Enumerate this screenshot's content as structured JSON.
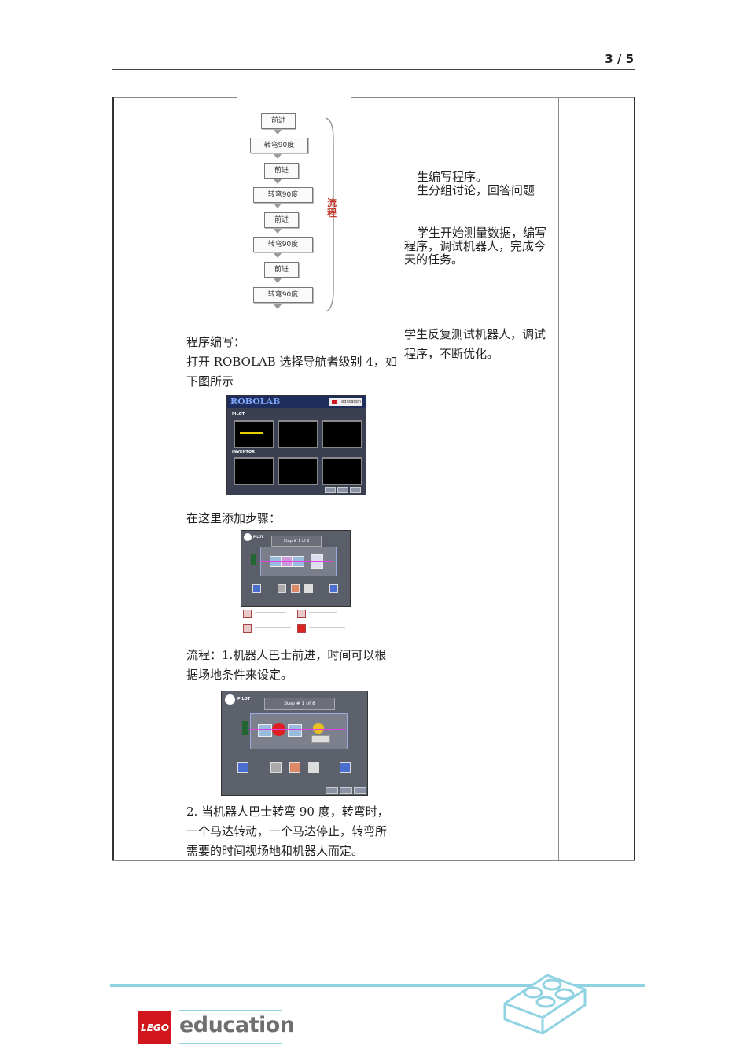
{
  "header": {
    "page_number": "3 / 5"
  },
  "flowchart": {
    "steps": [
      "前进",
      "转弯90度",
      "前进",
      "转弯90度",
      "前进",
      "转弯90度",
      "前进",
      "转弯90度"
    ],
    "bracket_label": "流程"
  },
  "col2": {
    "para1_line1": "程序编写：",
    "para1_line2": "打开 ROBOLAB 选择导航者级别 4，如",
    "para1_line3": "下图所示",
    "para2": "在这里添加步骤：",
    "para3_line1": "流程：1.机器人巴士前进，时间可以根",
    "para3_line2": "据场地条件来设定。",
    "para4_line1": "2. 当机器人巴士转弯 90 度，转弯时，",
    "para4_line2": "一个马达转动，一个马达停止，转弯所",
    "para4_line3": "需要的时间视场地和机器人而定。"
  },
  "col3": {
    "line1": "生编写程序。",
    "line2": "生分组讨论，回答问题",
    "block2_line1": "学生开始测量数据，编写",
    "block2_line2": "程序，调试机器人，完成今",
    "block2_line3": "天的任务。",
    "block3_line1": "学生反复测试机器人，调试",
    "block3_line2": "程序，不断优化。"
  },
  "screens": {
    "robolab_title": "ROBOLAB",
    "education_badge": "education",
    "pilot_label": "PILOT",
    "inventor_label": "INVENTOR",
    "step_label_1": "Step # 1 of 2",
    "step_label_2": "Step # 1 of 8"
  },
  "footer": {
    "brand": "LEGO",
    "product": "education"
  },
  "colors": {
    "accent": "#8fd3e3",
    "lego_red": "#d2161d"
  }
}
